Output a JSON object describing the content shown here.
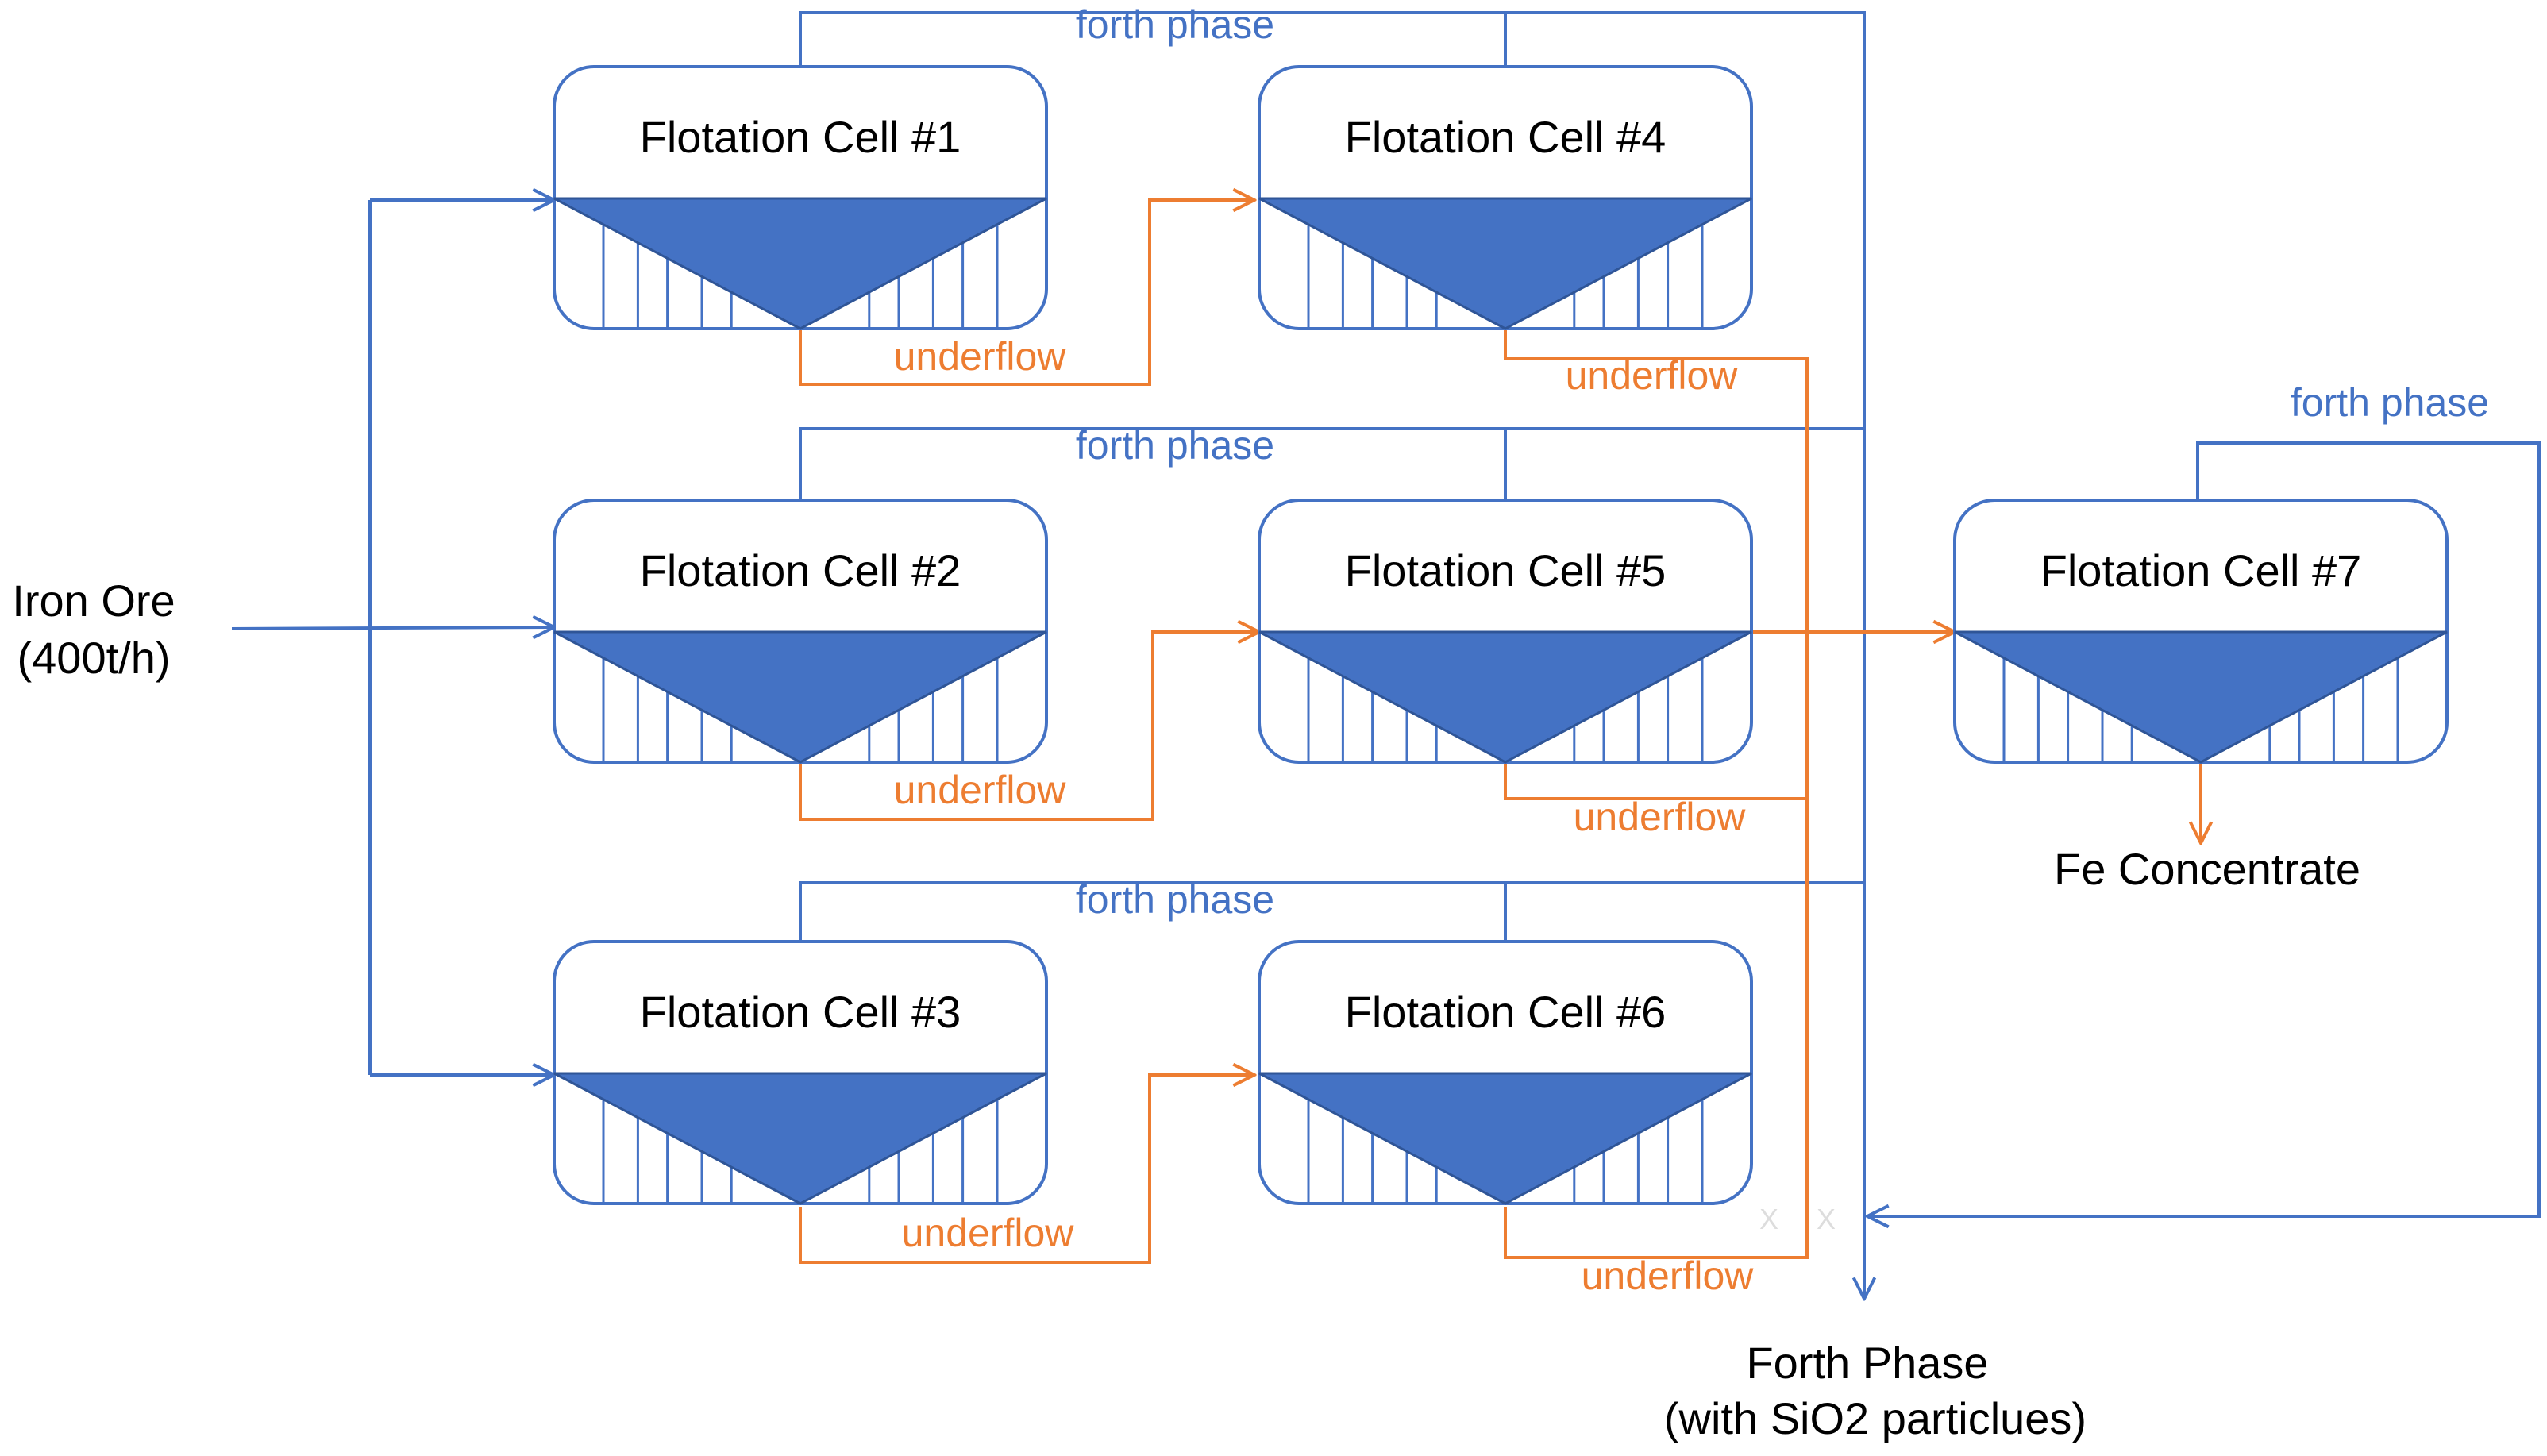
{
  "cells": [
    {
      "id": 1,
      "label": "Flotation Cell #1"
    },
    {
      "id": 2,
      "label": "Flotation Cell #2"
    },
    {
      "id": 3,
      "label": "Flotation Cell #3"
    },
    {
      "id": 4,
      "label": "Flotation Cell #4"
    },
    {
      "id": 5,
      "label": "Flotation Cell #5"
    },
    {
      "id": 6,
      "label": "Flotation Cell #6"
    },
    {
      "id": 7,
      "label": "Flotation Cell #7"
    }
  ],
  "labels": {
    "froth": "forth phase",
    "underflow": "underflow",
    "feed_line1": "Iron Ore",
    "feed_line2": "(400t/h)",
    "concentrate": "Fe Concentrate",
    "tail_line1": "Forth Phase",
    "tail_line2": "(with SiO2 particlues)",
    "x_mark": "X"
  },
  "colors": {
    "cell": "#4472C4",
    "froth_flow": "#4472C4",
    "underflow": "#ED7D31",
    "text": "#000000"
  }
}
